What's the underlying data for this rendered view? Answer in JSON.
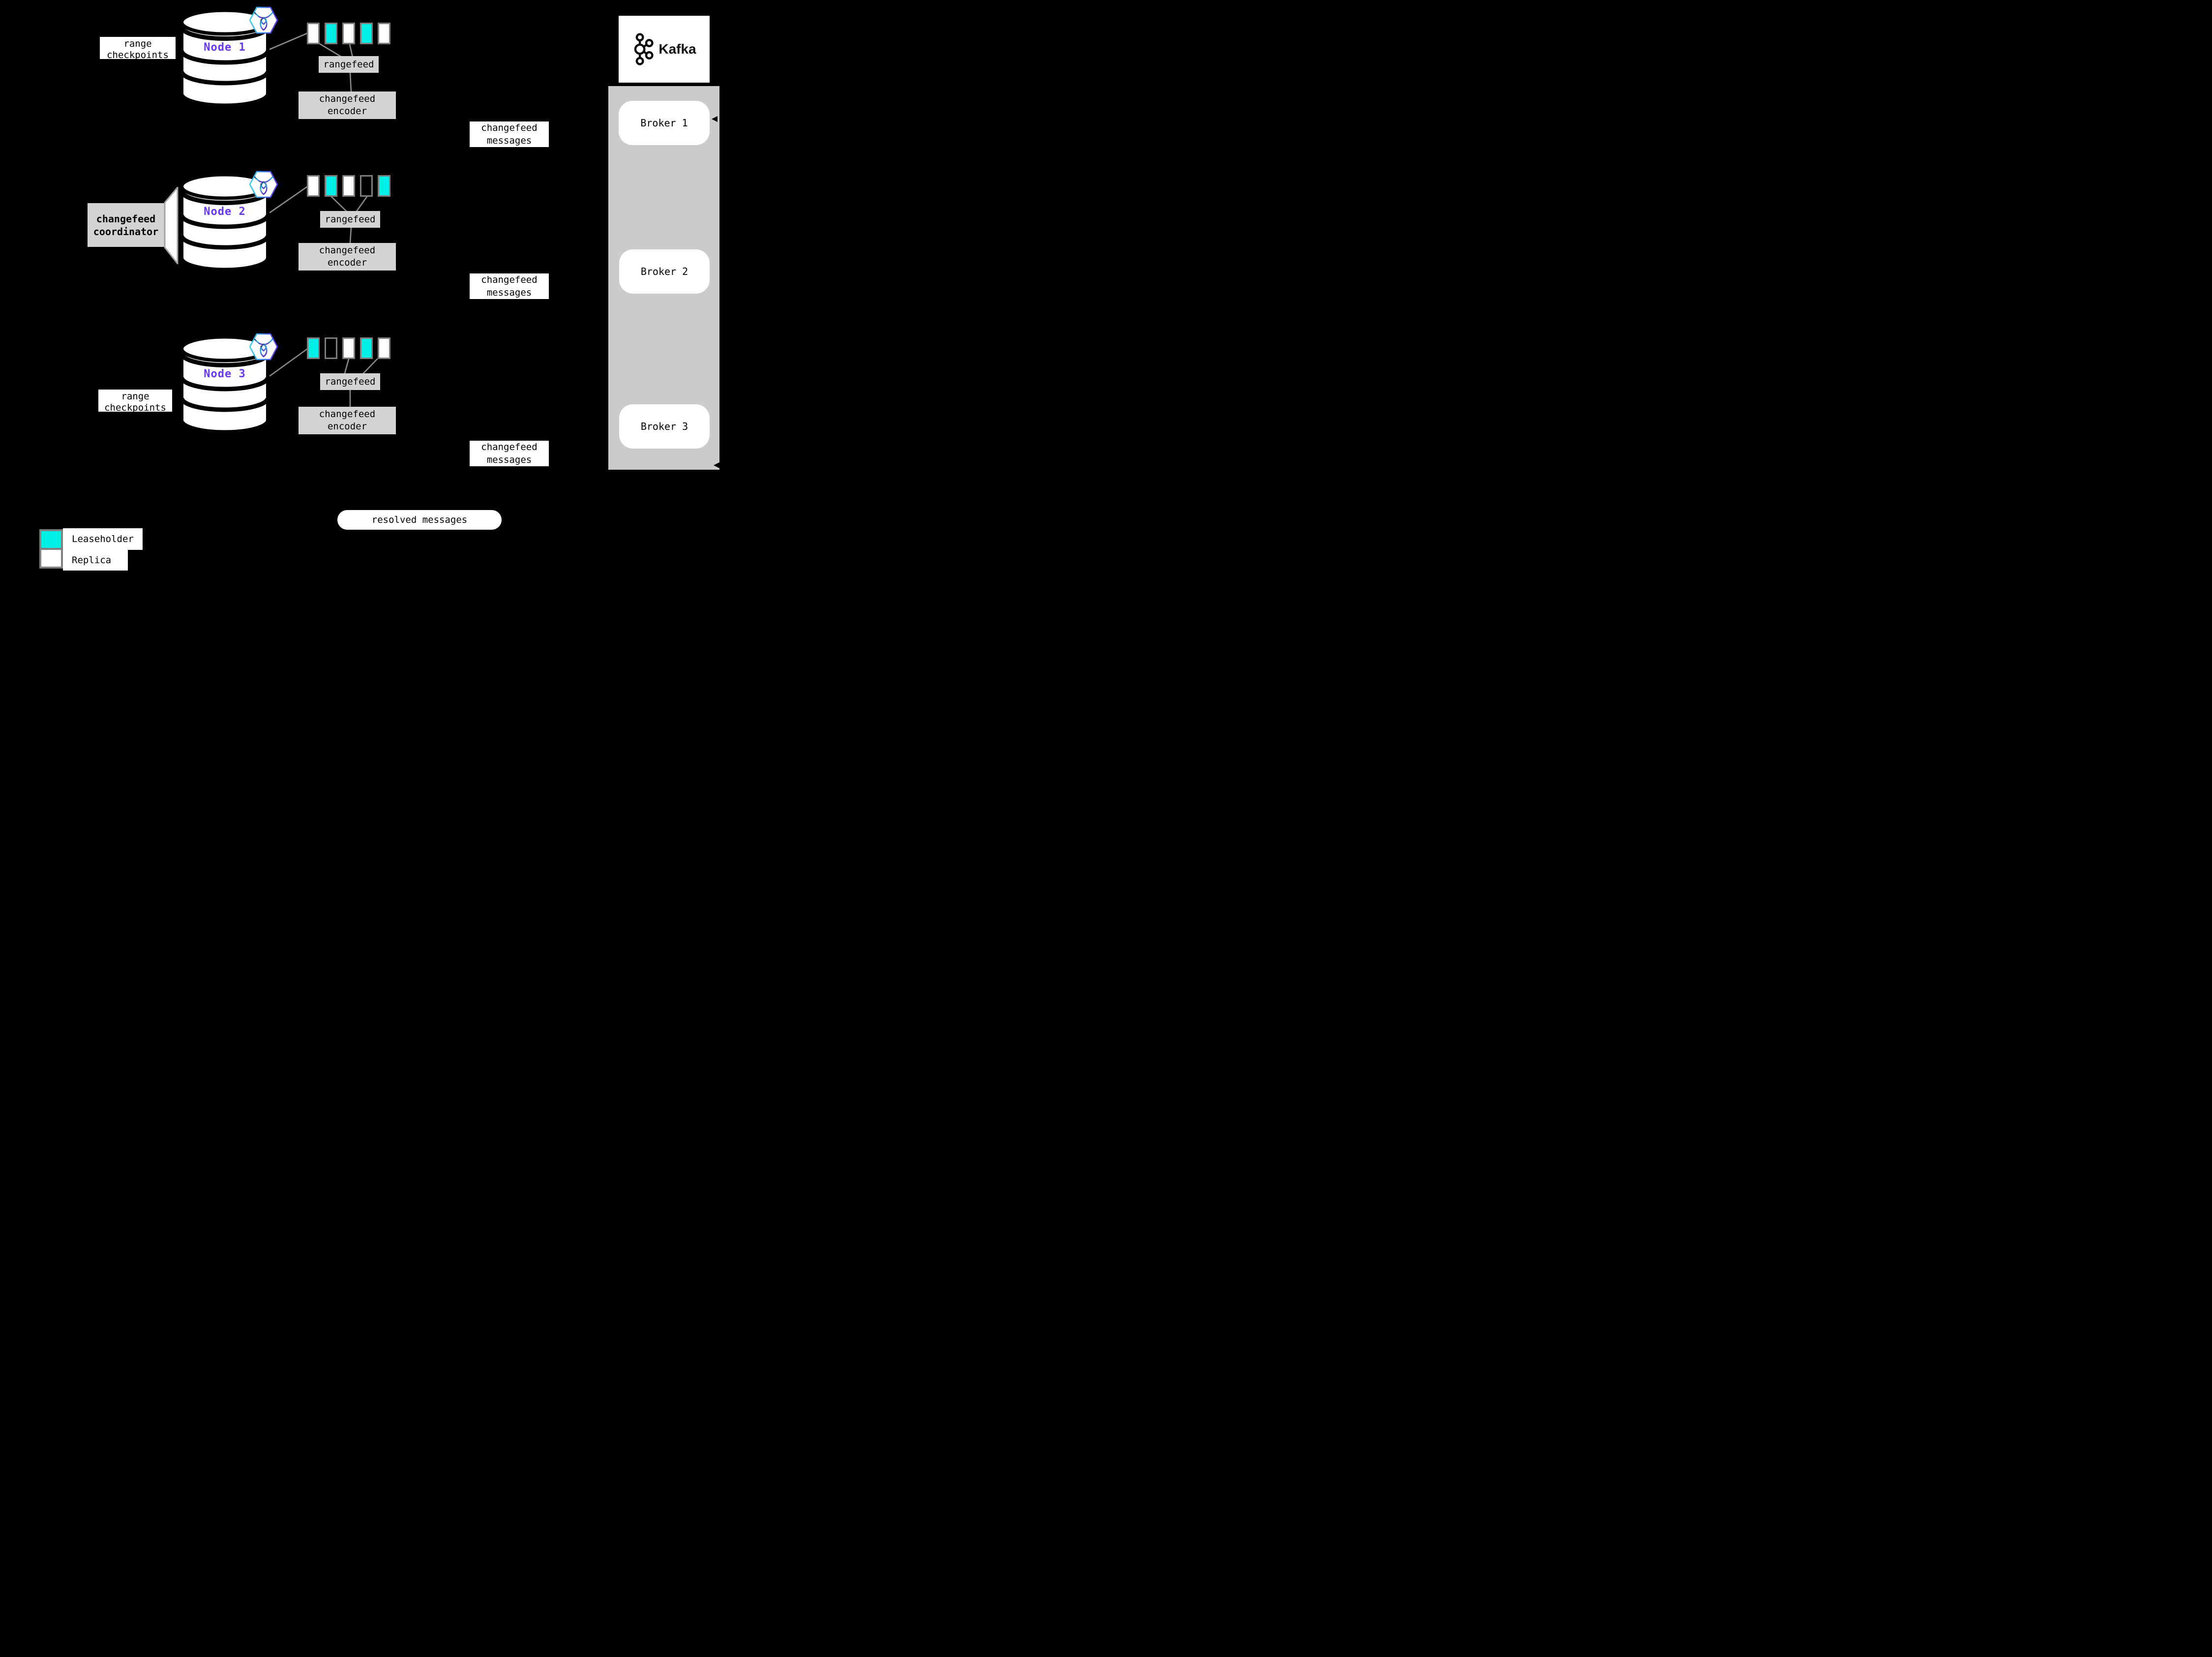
{
  "colors": {
    "background": "#000000",
    "leaseholder": "#00efe6",
    "replica": "#ffffff",
    "box_gray": "#d3d3d3",
    "panel_gray": "#cbcbcb",
    "node_label": "#6936f2",
    "line_gray": "#8a8a8a",
    "square_border": "#7d7d7d"
  },
  "nodes": [
    {
      "label": "Node 1",
      "side_label": "range checkpoints",
      "rangefeed_label": "rangefeed",
      "encoder_label": "changefeed encoder",
      "messages_label": "changefeed messages",
      "ranges": [
        "replica",
        "leaseholder",
        "replica",
        "leaseholder",
        "replica"
      ]
    },
    {
      "label": "Node 2",
      "side_label": "changefeed coordinator",
      "rangefeed_label": "rangefeed",
      "encoder_label": "changefeed encoder",
      "messages_label": "changefeed messages",
      "ranges": [
        "replica",
        "leaseholder",
        "replica",
        "empty",
        "leaseholder"
      ]
    },
    {
      "label": "Node 3",
      "side_label": "range checkpoints",
      "rangefeed_label": "rangefeed",
      "encoder_label": "changefeed encoder",
      "messages_label": "changefeed messages",
      "ranges": [
        "leaseholder",
        "empty",
        "replica",
        "leaseholder",
        "replica"
      ]
    }
  ],
  "kafka": {
    "title": "Kafka",
    "brokers": [
      "Broker 1",
      "Broker 2",
      "Broker 3"
    ]
  },
  "resolved_label": "resolved messages",
  "legend": {
    "leaseholder_label": "Leaseholder",
    "replica_label": "Replica"
  }
}
